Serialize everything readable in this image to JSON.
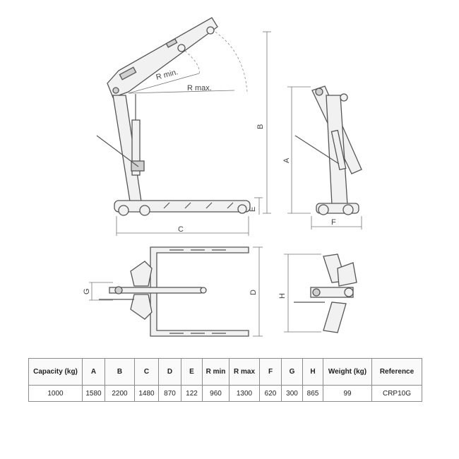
{
  "labels": {
    "r_min": "R min.",
    "r_max": "R max.",
    "dim_a": "A",
    "dim_b": "B",
    "dim_c": "C",
    "dim_d": "D",
    "dim_e": "E",
    "dim_f": "F",
    "dim_g": "G",
    "dim_h": "H"
  },
  "table": {
    "headers": [
      "Capacity (kg)",
      "A",
      "B",
      "C",
      "D",
      "E",
      "R min",
      "R max",
      "F",
      "G",
      "H",
      "Weight (kg)",
      "Reference"
    ],
    "rows": [
      [
        "1000",
        "1580",
        "2200",
        "1480",
        "870",
        "122",
        "960",
        "1300",
        "620",
        "300",
        "865",
        "99",
        "CRP10G"
      ]
    ]
  }
}
